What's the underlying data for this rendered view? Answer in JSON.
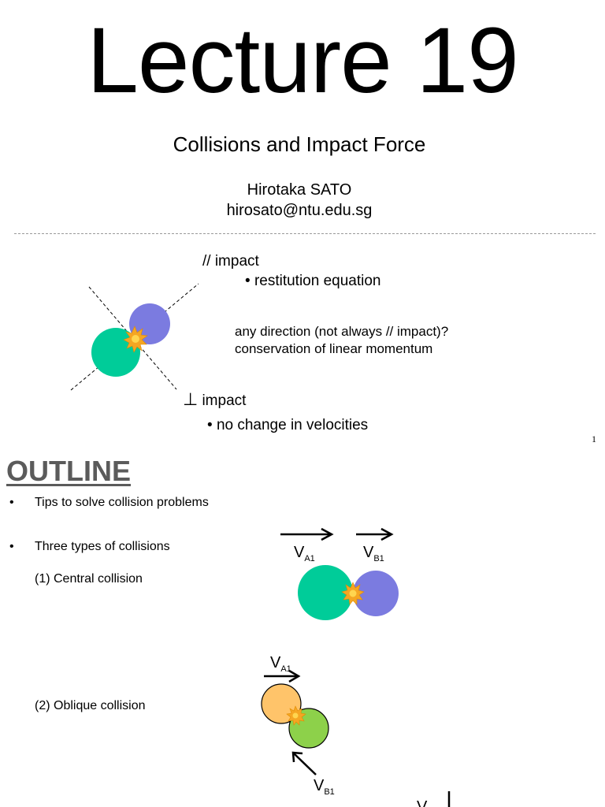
{
  "slide1": {
    "title": "Lecture 19",
    "subtitle": "Collisions and Impact Force",
    "author_name": "Hirotaka SATO",
    "author_email": "hirosato@ntu.edu.sg",
    "parallel_impact": "// impact",
    "restitution": "restitution equation",
    "any_direction": "any direction (not always // impact)?",
    "conservation": "conservation of linear momentum",
    "perp_symbol": "⊥",
    "perp_impact": "impact",
    "no_change": "no change in velocities",
    "bullet": "•",
    "page_number": "1"
  },
  "slide2": {
    "heading": "OUTLINE",
    "bullet": "•",
    "items": [
      "Tips to solve collision problems",
      "Three types of collisions"
    ],
    "central": "(1) Central collision",
    "oblique": "(2) Oblique collision",
    "labels": {
      "v": "V",
      "a1": "A1",
      "b1": "B1"
    }
  },
  "colors": {
    "teal": "#00CC99",
    "blue_purple": "#7B7BE0",
    "orange": "#FFC46A",
    "green": "#8DD14A",
    "burst_outer": "#F5A623",
    "burst_inner": "#FFD54F",
    "heading_gray": "#5B5B5B"
  }
}
